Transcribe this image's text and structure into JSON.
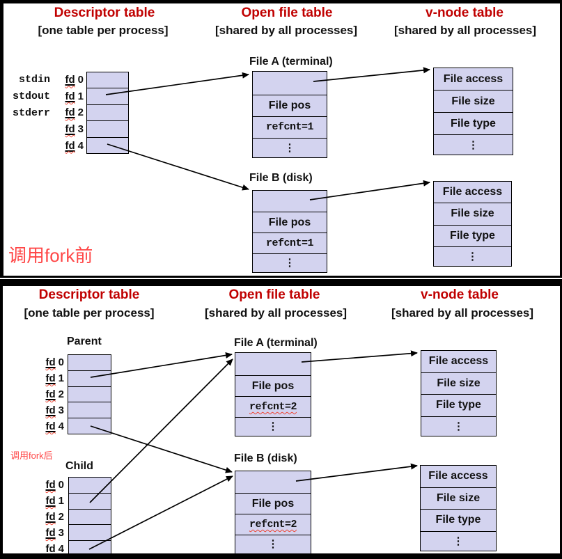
{
  "colors": {
    "header_red": "#c00000",
    "annotation_red": "#ff4747",
    "cell_fill": "#d3d3ef"
  },
  "before": {
    "headers": [
      {
        "title": "Descriptor table",
        "subtitle": "[one table per process]"
      },
      {
        "title": "Open file table",
        "subtitle": "[shared by all processes]"
      },
      {
        "title": "v-node table",
        "subtitle": "[shared by all processes]"
      }
    ],
    "std_labels": [
      "stdin",
      "stdout",
      "stderr"
    ],
    "fds": [
      {
        "word": "fd",
        "num": "0"
      },
      {
        "word": "fd",
        "num": "1"
      },
      {
        "word": "fd",
        "num": "2"
      },
      {
        "word": "fd",
        "num": "3"
      },
      {
        "word": "fd",
        "num": "4"
      }
    ],
    "file_a_title": "File A (terminal)",
    "file_b_title": "File B (disk)",
    "open_rows_a": [
      "",
      "File pos",
      "refcnt=1",
      "⋮"
    ],
    "open_rows_b": [
      "",
      "File pos",
      "refcnt=1",
      "⋮"
    ],
    "vnode_rows": [
      "File access",
      "File size",
      "File type",
      "⋮"
    ],
    "annotation": "调用fork前"
  },
  "after": {
    "headers": [
      {
        "title": "Descriptor table",
        "subtitle": "[one table per process]"
      },
      {
        "title": "Open file table",
        "subtitle": "[shared by all processes]"
      },
      {
        "title": "v-node table",
        "subtitle": "[shared by all processes]"
      }
    ],
    "parent_label": "Parent",
    "child_label": "Child",
    "fds": [
      {
        "word": "fd",
        "num": "0"
      },
      {
        "word": "fd",
        "num": "1"
      },
      {
        "word": "fd",
        "num": "2"
      },
      {
        "word": "fd",
        "num": "3"
      },
      {
        "word": "fd",
        "num": "4"
      }
    ],
    "file_a_title": "File A (terminal)",
    "file_b_title": "File B (disk)",
    "open_rows_a": [
      "",
      "File pos",
      "refcnt=2",
      "⋮"
    ],
    "open_rows_b": [
      "",
      "File pos",
      "refcnt=2",
      "⋮"
    ],
    "vnode_rows": [
      "File access",
      "File size",
      "File type",
      "⋮"
    ],
    "annotation": "调用fork后"
  }
}
